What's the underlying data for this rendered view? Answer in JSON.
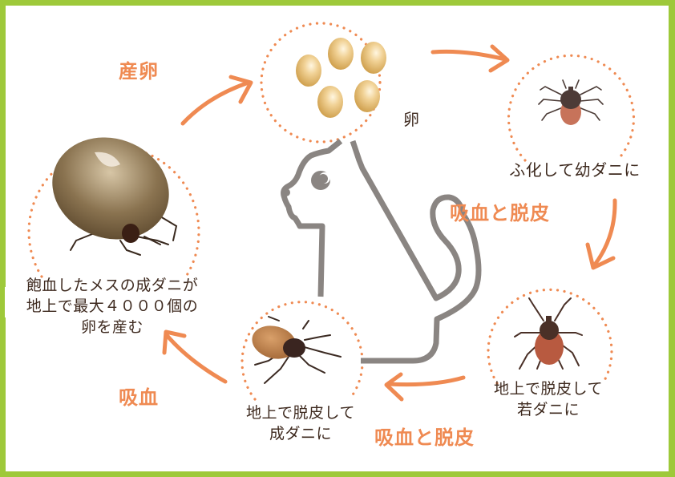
{
  "colors": {
    "frame": "#9ec93a",
    "accent_orange": "#ef8a52",
    "text_dark": "#3e2a1f",
    "cat_outline": "#8a8582"
  },
  "stages": {
    "eggs": {
      "caption": "卵",
      "icon": "eggs-icon"
    },
    "larva": {
      "caption": "ふ化して幼ダニに",
      "icon": "larva-tick-icon"
    },
    "nymph": {
      "caption_line1": "地上で脱皮して",
      "caption_line2": "若ダニに",
      "icon": "nymph-tick-icon"
    },
    "adult": {
      "caption_line1": "地上で脱皮して",
      "caption_line2": "成ダニに",
      "icon": "adult-tick-icon"
    },
    "engorged_female": {
      "caption_line1": "飽血したメスの成ダニが",
      "caption_line2": "地上で最大４０００個の",
      "caption_line3": "卵を産む",
      "icon": "engorged-tick-icon"
    }
  },
  "transitions": {
    "laying": "産卵",
    "feed_molt_1": "吸血と脱皮",
    "feed_molt_2": "吸血と脱皮",
    "feed": "吸血"
  },
  "center_icon": "cat-outline-icon"
}
